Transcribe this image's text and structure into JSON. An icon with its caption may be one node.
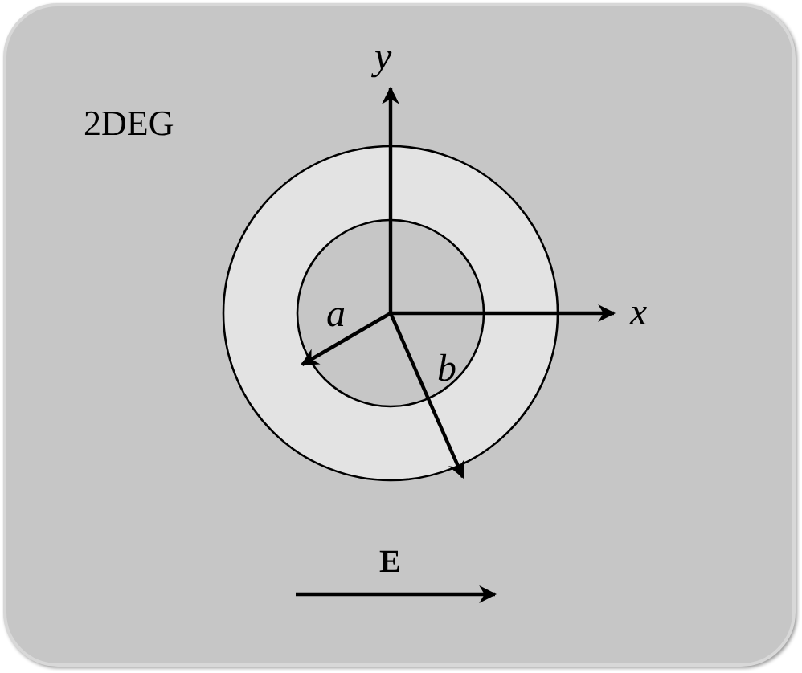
{
  "diagram": {
    "nodes": [
      {
        "text": [
          "2DEG"
        ]
      }
    ],
    "labels": [
      "y",
      "x",
      "a",
      "b",
      "E"
    ]
  }
}
